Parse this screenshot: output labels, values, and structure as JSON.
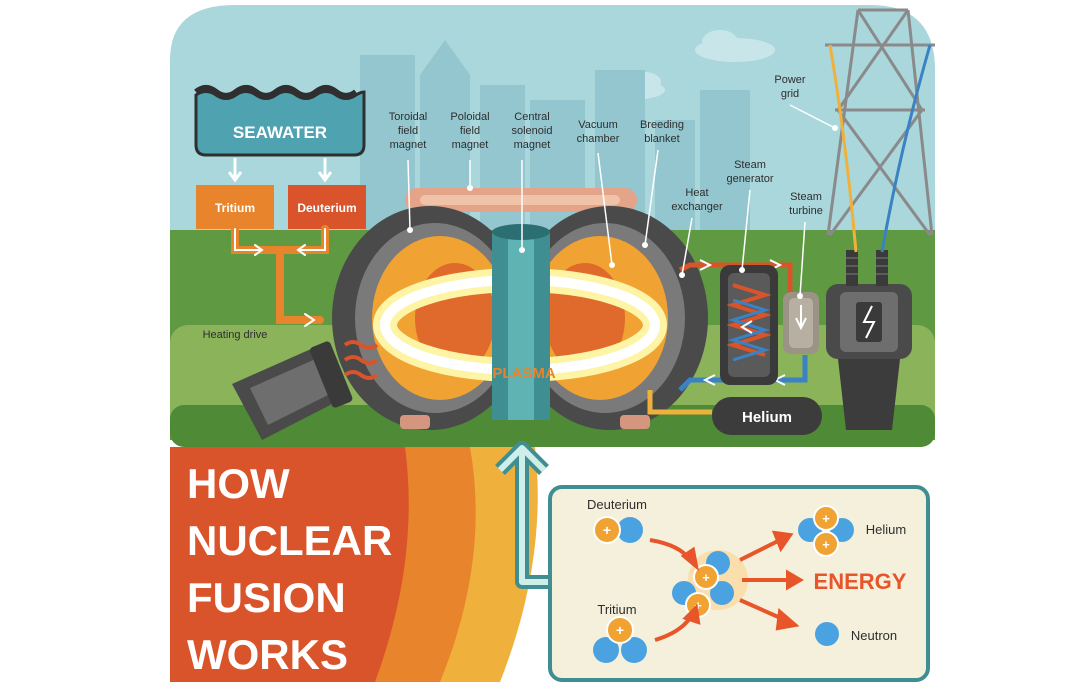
{
  "title": {
    "line1": "HOW",
    "line2": "NUCLEAR",
    "line3": "FUSION",
    "line4": "WORKS"
  },
  "sources": {
    "seawater": "SEAWATER",
    "tritium": "Tritium",
    "deuterium": "Deuterium"
  },
  "reactor": {
    "toroidal": [
      "Toroidal",
      "field",
      "magnet"
    ],
    "poloidal": [
      "Poloidal",
      "field",
      "magnet"
    ],
    "solenoid": [
      "Central",
      "solenoid",
      "magnet"
    ],
    "vacuum": [
      "Vacuum",
      "chamber"
    ],
    "blanket": [
      "Breeding",
      "blanket"
    ],
    "plasma": "PLASMA",
    "heating_drive": "Heating drive"
  },
  "plant": {
    "heat_exchanger": [
      "Heat",
      "exchanger"
    ],
    "steam_generator": [
      "Steam",
      "generator"
    ],
    "steam_turbine": [
      "Steam",
      "turbine"
    ],
    "power_grid": [
      "Power",
      "grid"
    ],
    "helium_tank": "Helium"
  },
  "reaction": {
    "deuterium": "Deuterium",
    "tritium": "Tritium",
    "helium": "Helium",
    "energy": "ENERGY",
    "neutron": "Neutron"
  },
  "colors": {
    "sky": "#a9d7dc",
    "grass": "#5f9a43",
    "ground": "#8ab35a",
    "orange": "#e8852c",
    "red_orange": "#d9542a",
    "yellow": "#f0b13c",
    "dark": "#3c3c3c",
    "teal": "#3f8f92",
    "cream": "#f4f0dc"
  }
}
